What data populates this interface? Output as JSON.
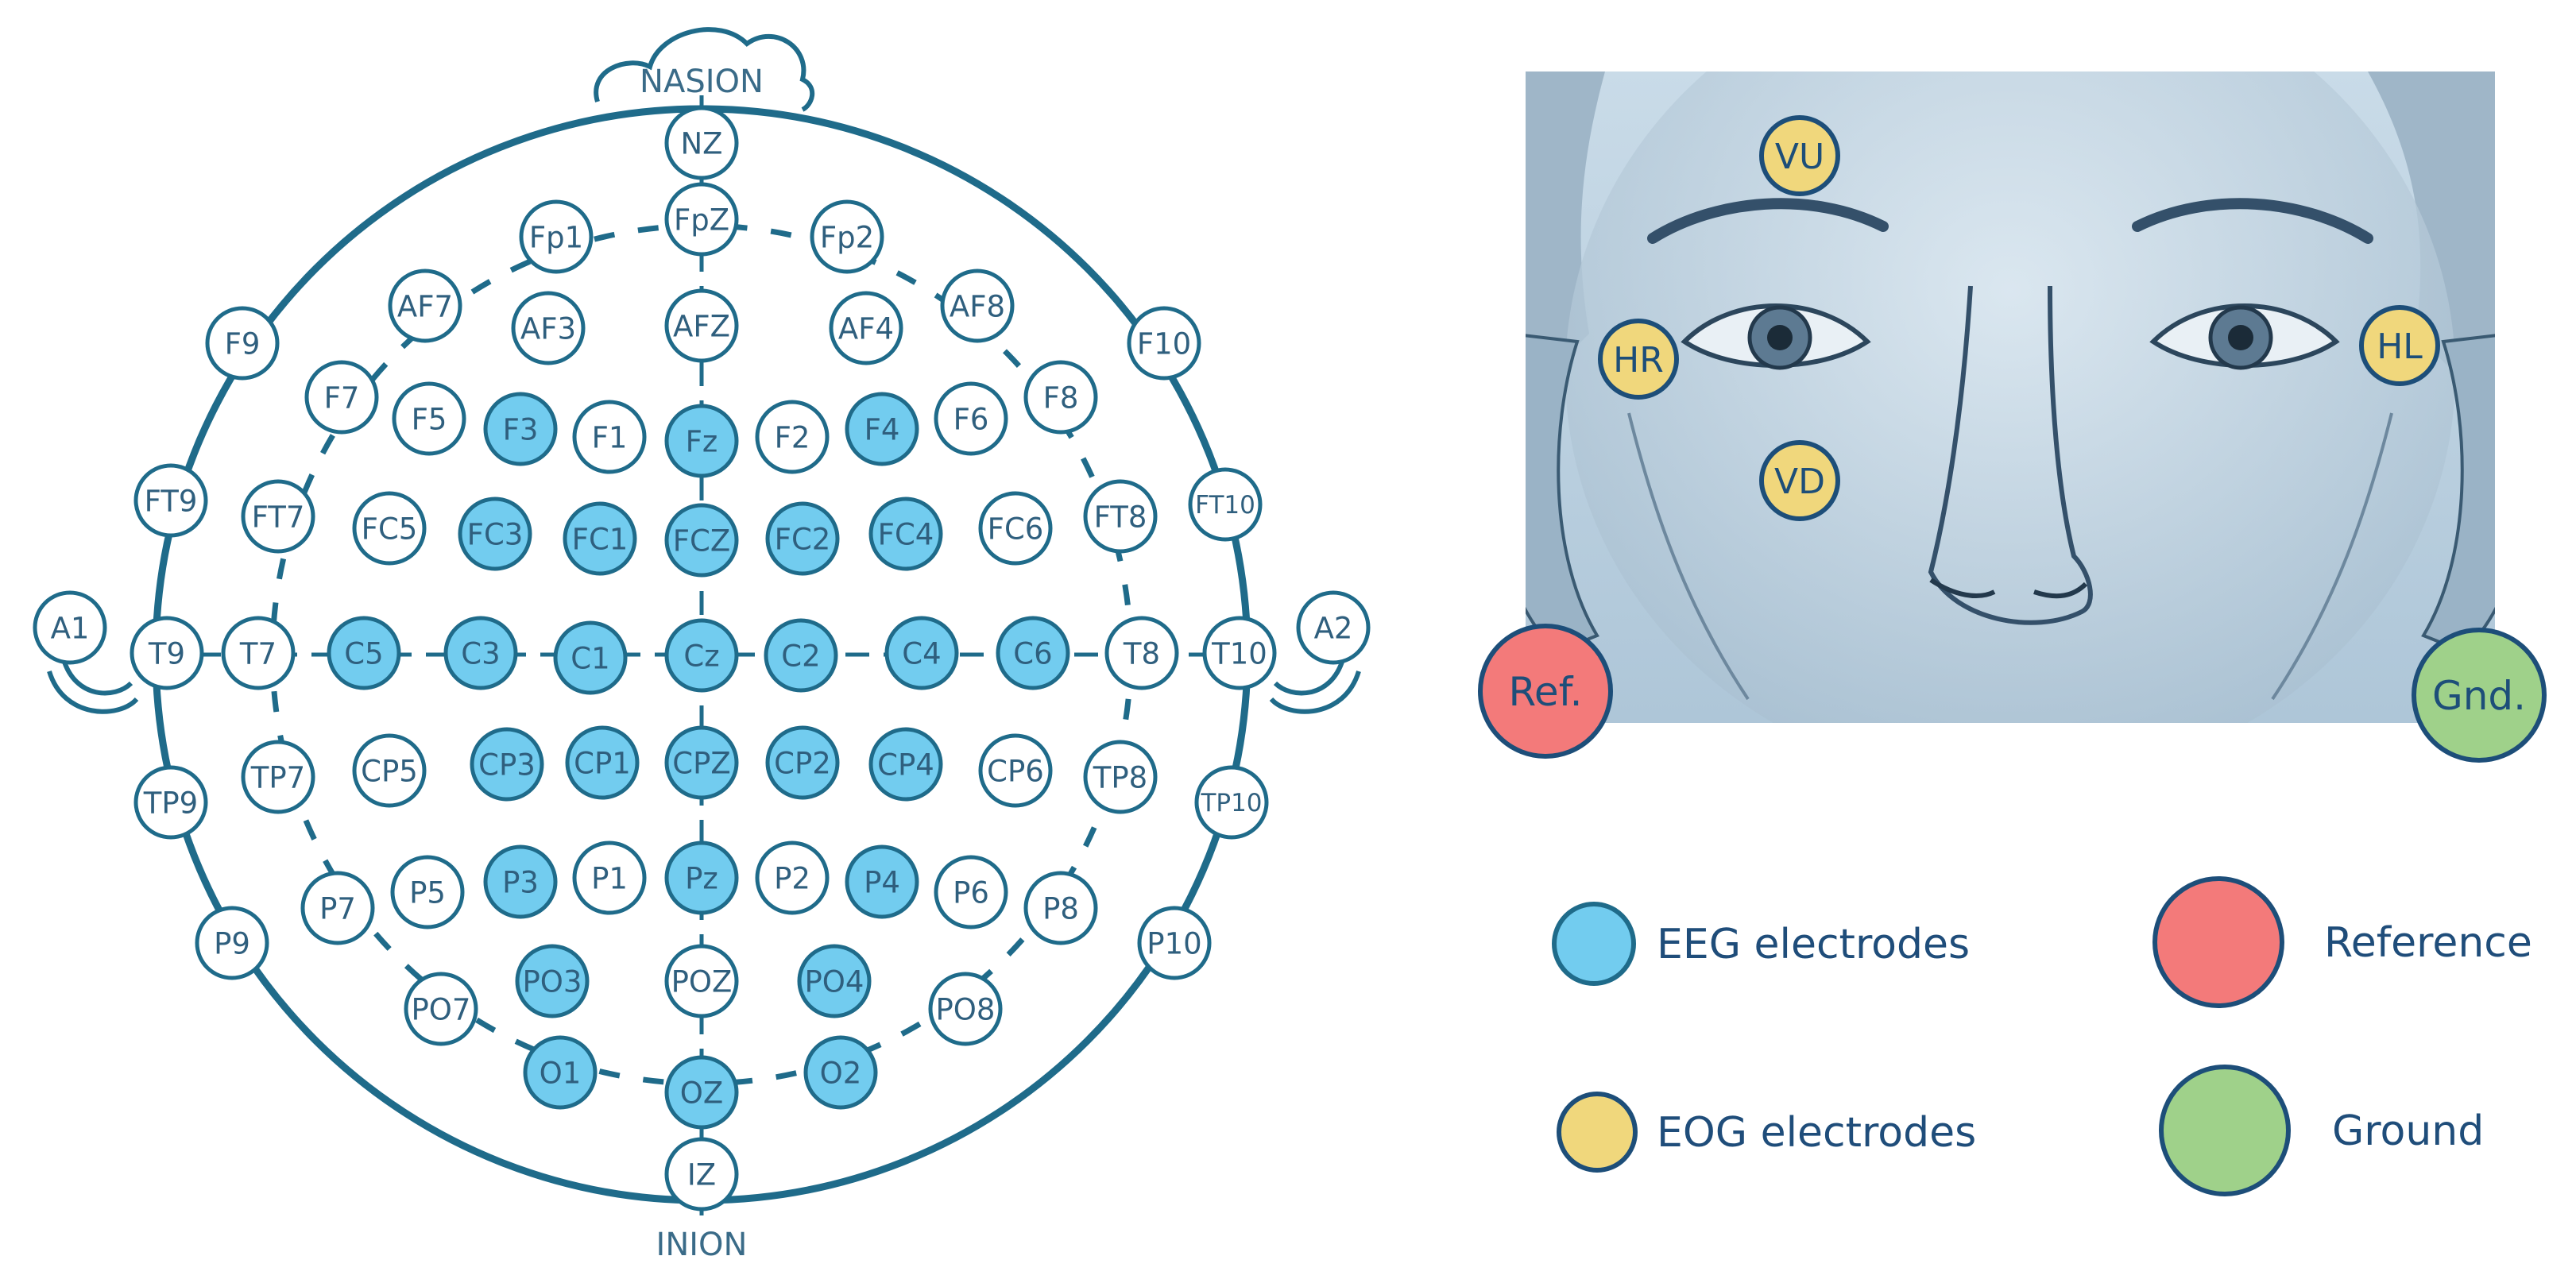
{
  "landmarks": {
    "nasion": "NASION",
    "inion": "INION"
  },
  "colors": {
    "eeg": "#72ccef",
    "ref_fill": "#ffffff",
    "outline": "#1f6b8a",
    "text": "#2f5f7e",
    "eog": "#f0d77c",
    "reference": "#f37a7a",
    "ground": "#9fd18a",
    "legend_outline": "#1d4e79"
  },
  "scalp_electrodes": [
    {
      "label": "NZ",
      "type": "ref"
    },
    {
      "label": "FpZ",
      "type": "ref"
    },
    {
      "label": "Fp1",
      "type": "ref"
    },
    {
      "label": "Fp2",
      "type": "ref"
    },
    {
      "label": "AF7",
      "type": "ref"
    },
    {
      "label": "AF3",
      "type": "ref"
    },
    {
      "label": "AFZ",
      "type": "ref"
    },
    {
      "label": "AF4",
      "type": "ref"
    },
    {
      "label": "AF8",
      "type": "ref"
    },
    {
      "label": "F9",
      "type": "ref"
    },
    {
      "label": "F10",
      "type": "ref"
    },
    {
      "label": "F7",
      "type": "ref"
    },
    {
      "label": "F5",
      "type": "ref"
    },
    {
      "label": "F3",
      "type": "eeg"
    },
    {
      "label": "F1",
      "type": "ref"
    },
    {
      "label": "Fz",
      "type": "eeg"
    },
    {
      "label": "F2",
      "type": "ref"
    },
    {
      "label": "F4",
      "type": "eeg"
    },
    {
      "label": "F6",
      "type": "ref"
    },
    {
      "label": "F8",
      "type": "ref"
    },
    {
      "label": "FT9",
      "type": "ref"
    },
    {
      "label": "FT7",
      "type": "ref"
    },
    {
      "label": "FC5",
      "type": "ref"
    },
    {
      "label": "FC3",
      "type": "eeg"
    },
    {
      "label": "FC1",
      "type": "eeg"
    },
    {
      "label": "FCZ",
      "type": "eeg"
    },
    {
      "label": "FC2",
      "type": "eeg"
    },
    {
      "label": "FC4",
      "type": "eeg"
    },
    {
      "label": "FC6",
      "type": "ref"
    },
    {
      "label": "FT8",
      "type": "ref"
    },
    {
      "label": "FT10",
      "type": "ref"
    },
    {
      "label": "A1",
      "type": "ref"
    },
    {
      "label": "T9",
      "type": "ref"
    },
    {
      "label": "T7",
      "type": "ref"
    },
    {
      "label": "C5",
      "type": "eeg"
    },
    {
      "label": "C3",
      "type": "eeg"
    },
    {
      "label": "C1",
      "type": "eeg"
    },
    {
      "label": "Cz",
      "type": "eeg"
    },
    {
      "label": "C2",
      "type": "eeg"
    },
    {
      "label": "C4",
      "type": "eeg"
    },
    {
      "label": "C6",
      "type": "eeg"
    },
    {
      "label": "T8",
      "type": "ref"
    },
    {
      "label": "T10",
      "type": "ref"
    },
    {
      "label": "A2",
      "type": "ref"
    },
    {
      "label": "TP9",
      "type": "ref"
    },
    {
      "label": "TP7",
      "type": "ref"
    },
    {
      "label": "CP5",
      "type": "ref"
    },
    {
      "label": "CP3",
      "type": "eeg"
    },
    {
      "label": "CP1",
      "type": "eeg"
    },
    {
      "label": "CPZ",
      "type": "eeg"
    },
    {
      "label": "CP2",
      "type": "eeg"
    },
    {
      "label": "CP4",
      "type": "eeg"
    },
    {
      "label": "CP6",
      "type": "ref"
    },
    {
      "label": "TP8",
      "type": "ref"
    },
    {
      "label": "TP10",
      "type": "ref"
    },
    {
      "label": "P9",
      "type": "ref"
    },
    {
      "label": "P7",
      "type": "ref"
    },
    {
      "label": "P5",
      "type": "ref"
    },
    {
      "label": "P3",
      "type": "eeg"
    },
    {
      "label": "P1",
      "type": "ref"
    },
    {
      "label": "Pz",
      "type": "eeg"
    },
    {
      "label": "P2",
      "type": "ref"
    },
    {
      "label": "P4",
      "type": "eeg"
    },
    {
      "label": "P6",
      "type": "ref"
    },
    {
      "label": "P8",
      "type": "ref"
    },
    {
      "label": "P10",
      "type": "ref"
    },
    {
      "label": "PO7",
      "type": "ref"
    },
    {
      "label": "PO3",
      "type": "eeg"
    },
    {
      "label": "POZ",
      "type": "ref"
    },
    {
      "label": "PO4",
      "type": "eeg"
    },
    {
      "label": "PO8",
      "type": "ref"
    },
    {
      "label": "O1",
      "type": "eeg"
    },
    {
      "label": "OZ",
      "type": "eeg"
    },
    {
      "label": "O2",
      "type": "eeg"
    },
    {
      "label": "IZ",
      "type": "ref"
    }
  ],
  "face_electrodes": [
    {
      "label": "VU",
      "type": "eog"
    },
    {
      "label": "HR",
      "type": "eog"
    },
    {
      "label": "HL",
      "type": "eog"
    },
    {
      "label": "VD",
      "type": "eog"
    },
    {
      "label": "Ref.",
      "type": "reference"
    },
    {
      "label": "Gnd.",
      "type": "ground"
    }
  ],
  "legend": [
    {
      "label": "EEG electrodes",
      "type": "eeg"
    },
    {
      "label": "Reference",
      "type": "reference"
    },
    {
      "label": "EOG electrodes",
      "type": "eog"
    },
    {
      "label": "Ground",
      "type": "ground"
    }
  ]
}
